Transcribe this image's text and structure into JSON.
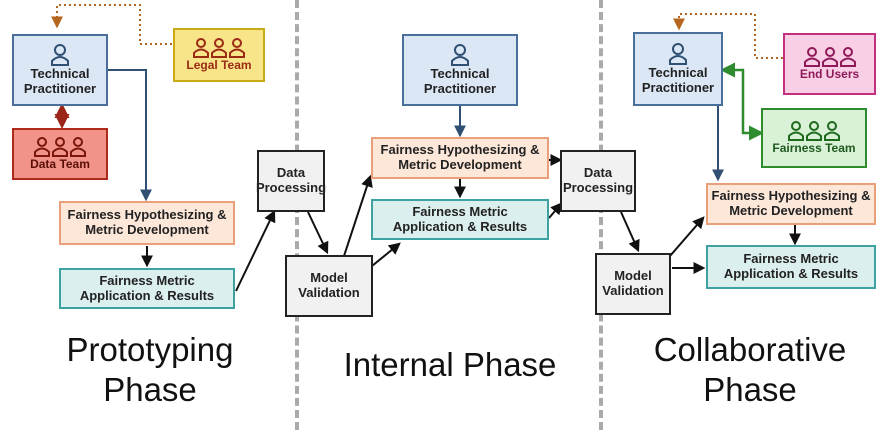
{
  "phases": [
    {
      "title_line1": "Prototyping",
      "title_line2": "Phase"
    },
    {
      "title_line1": "Internal Phase",
      "title_line2": ""
    },
    {
      "title_line1": "Collaborative",
      "title_line2": "Phase"
    }
  ],
  "labels": {
    "technical_practitioner_line1": "Technical",
    "technical_practitioner_line2": "Practitioner",
    "legal_team": "Legal Team",
    "data_team": "Data Team",
    "end_users": "End Users",
    "fairness_team": "Fairness Team",
    "hypothesizing_line1": "Fairness Hypothesizing &",
    "hypothesizing_line2": "Metric Development",
    "application_line1": "Fairness Metric",
    "application_line2": "Application & Results",
    "data_processing_line1": "Data",
    "data_processing_line2": "Processing",
    "model_validation_line1": "Model",
    "model_validation_line2": "Validation"
  },
  "icons": {
    "single_person": "person-icon",
    "group": "people-group-icon"
  },
  "colors": {
    "tech_blue": "#4a6f9a",
    "legal_yellow": "#c9a914",
    "data_red": "#b02a1b",
    "end_users_pink": "#c2307f",
    "fairness_green": "#2e8b2e",
    "hypothesizing_orange": "#e9a07a",
    "application_teal": "#3ea2a2",
    "dotted_link": "#b5651d"
  }
}
